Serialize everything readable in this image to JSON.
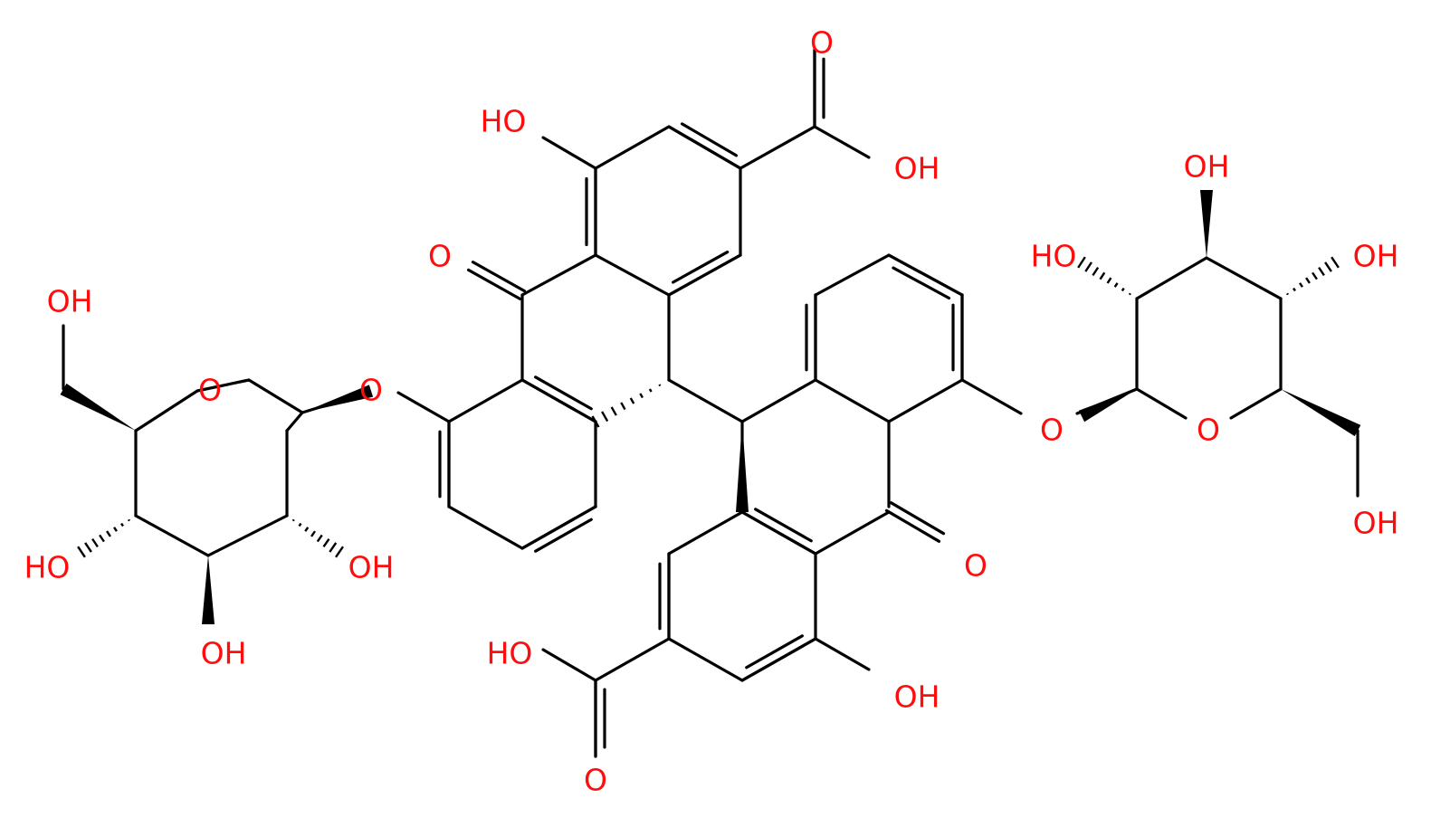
{
  "molecule": {
    "atom_color": "#ff0d0d",
    "bond_color": "#000000",
    "hydroxyl_label": "OH",
    "hydroxyl_label_left": "HO",
    "oxygen_label": "O"
  }
}
